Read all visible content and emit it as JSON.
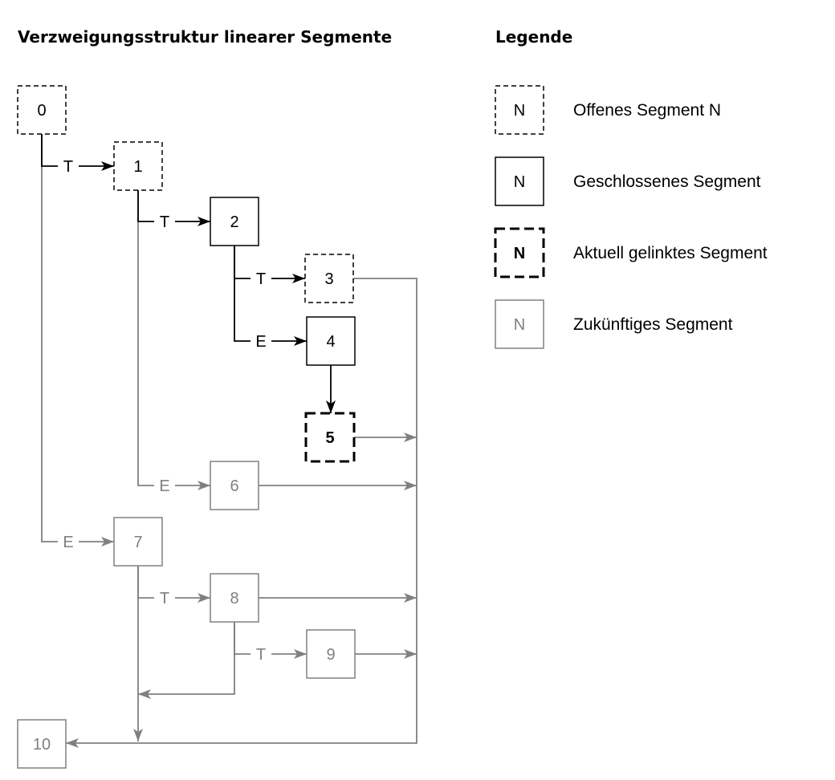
{
  "title": "Verzweigungsstruktur linearer Segmente",
  "legend": {
    "title": "Legende",
    "items": [
      {
        "symbol": "N",
        "label": "Offenes Segment N",
        "style": "open"
      },
      {
        "symbol": "N",
        "label": "Geschlossenes Segment",
        "style": "closed"
      },
      {
        "symbol": "N",
        "label": "Aktuell gelinktes Segment",
        "style": "current"
      },
      {
        "symbol": "N",
        "label": "Zukünftiges Segment",
        "style": "future"
      }
    ]
  },
  "colors": {
    "black": "#000000",
    "gray": "#808080"
  },
  "nodes": [
    {
      "id": "0",
      "label": "0",
      "style": "open"
    },
    {
      "id": "1",
      "label": "1",
      "style": "open"
    },
    {
      "id": "2",
      "label": "2",
      "style": "closed"
    },
    {
      "id": "3",
      "label": "3",
      "style": "open"
    },
    {
      "id": "4",
      "label": "4",
      "style": "closed"
    },
    {
      "id": "5",
      "label": "5",
      "style": "current"
    },
    {
      "id": "6",
      "label": "6",
      "style": "future"
    },
    {
      "id": "7",
      "label": "7",
      "style": "future"
    },
    {
      "id": "8",
      "label": "8",
      "style": "future"
    },
    {
      "id": "9",
      "label": "9",
      "style": "future"
    },
    {
      "id": "10",
      "label": "10",
      "style": "future"
    }
  ],
  "branches": [
    {
      "from": "0",
      "to": "1",
      "label": "T",
      "style": "active"
    },
    {
      "from": "1",
      "to": "2",
      "label": "T",
      "style": "active"
    },
    {
      "from": "2",
      "to": "3",
      "label": "T",
      "style": "active"
    },
    {
      "from": "2",
      "to": "4",
      "label": "E",
      "style": "active"
    },
    {
      "from": "1",
      "to": "6",
      "label": "E",
      "style": "future"
    },
    {
      "from": "0",
      "to": "7",
      "label": "E",
      "style": "future"
    },
    {
      "from": "7",
      "to": "8",
      "label": "T",
      "style": "future"
    },
    {
      "from": "8",
      "to": "9",
      "label": "T",
      "style": "future"
    }
  ],
  "flows": [
    {
      "from": "4",
      "to": "5",
      "style": "active"
    },
    {
      "from": "3",
      "to": "10",
      "style": "future"
    },
    {
      "from": "5",
      "to": "10",
      "style": "future"
    },
    {
      "from": "6",
      "to": "10",
      "style": "future"
    },
    {
      "from": "8",
      "to": "10",
      "style": "future"
    },
    {
      "from": "9",
      "to": "10",
      "style": "future"
    },
    {
      "from": "8",
      "to": "7-trunk",
      "style": "future"
    },
    {
      "from": "7",
      "to": "10",
      "style": "future"
    }
  ]
}
